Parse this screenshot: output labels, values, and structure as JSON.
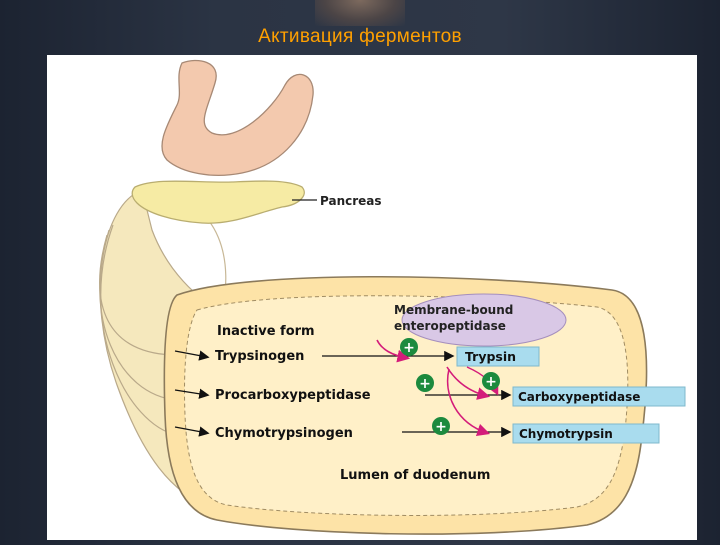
{
  "slide": {
    "title": "Активация ферментов"
  },
  "diagram": {
    "pancreas_label": "Pancreas",
    "enzyme_label": "Membrane-bound enteropeptidase",
    "enzyme_label_line1": "Membrane-bound",
    "enzyme_label_line2": "enteropeptidase",
    "inactive_header": "Inactive form",
    "zymogens": [
      "Trypsinogen",
      "Procarboxypeptidase",
      "Chymotrypsinogen"
    ],
    "active_enzymes": [
      "Trypsin",
      "Carboxypeptidase",
      "Chymotrypsin"
    ],
    "plus_symbol": "+",
    "lumen_label": "Lumen of duodenum",
    "colors": {
      "title": "#ffa000",
      "stomach": "#f3c9ae",
      "pancreas": "#f6eba4",
      "duct": "#f5e8bd",
      "lumen": "#fde3a7",
      "enzyme_ellipse": "#d9c8e6",
      "active_box": "#a9dcee",
      "plus_circle": "#1c8a3e",
      "magenta_arrow": "#d41c7a"
    }
  }
}
